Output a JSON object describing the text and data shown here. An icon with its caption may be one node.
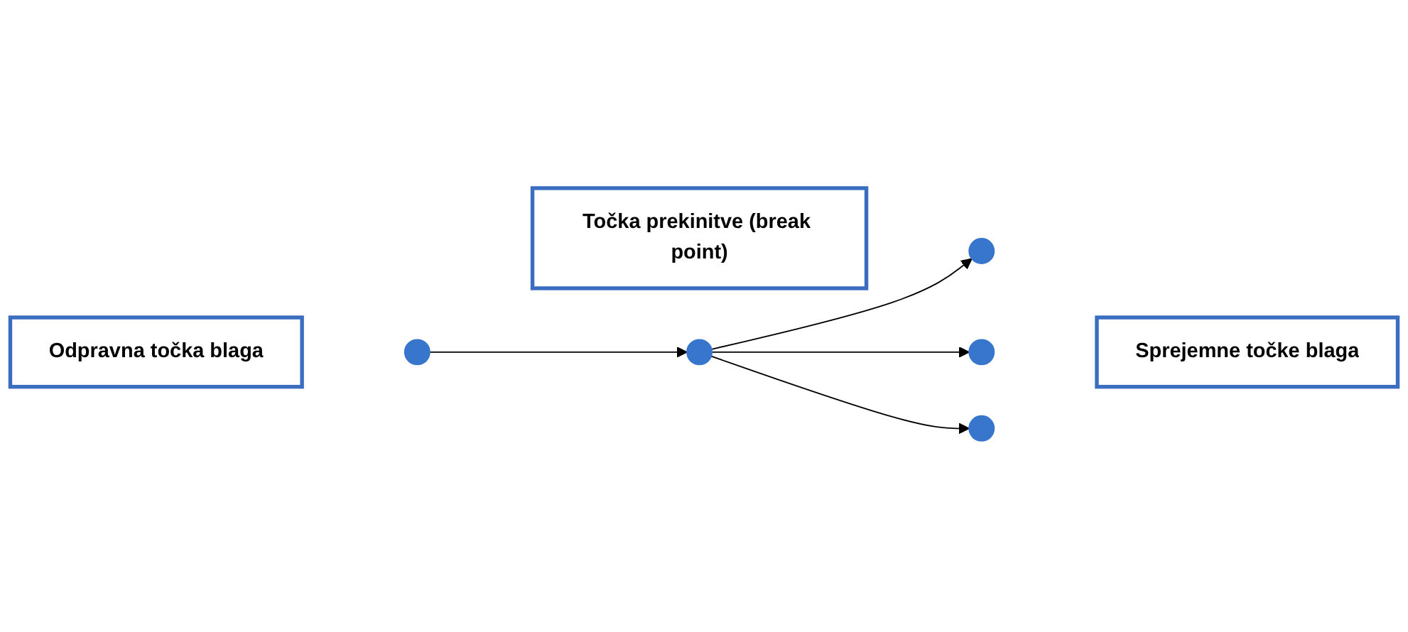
{
  "diagram": {
    "nodes": [
      {
        "text": [
          "Odpravna točka blaga"
        ]
      },
      {
        "text": [],
        "shape": "circle"
      },
      {
        "text": [],
        "shape": "circle"
      },
      {
        "text": [
          "Točka prekinitve (break point)"
        ]
      },
      {
        "text": [],
        "shape": "circle"
      },
      {
        "text": [],
        "shape": "circle"
      },
      {
        "text": [],
        "shape": "circle"
      },
      {
        "text": [
          "Sprejemne točke blaga"
        ]
      }
    ],
    "edges": [
      {
        "from": 1,
        "to": 2,
        "arrow": "to"
      },
      {
        "from": 2,
        "to": 4,
        "arrow": "to"
      },
      {
        "from": 2,
        "to": 5,
        "arrow": "to"
      },
      {
        "from": 2,
        "to": 6,
        "arrow": "to"
      }
    ]
  }
}
